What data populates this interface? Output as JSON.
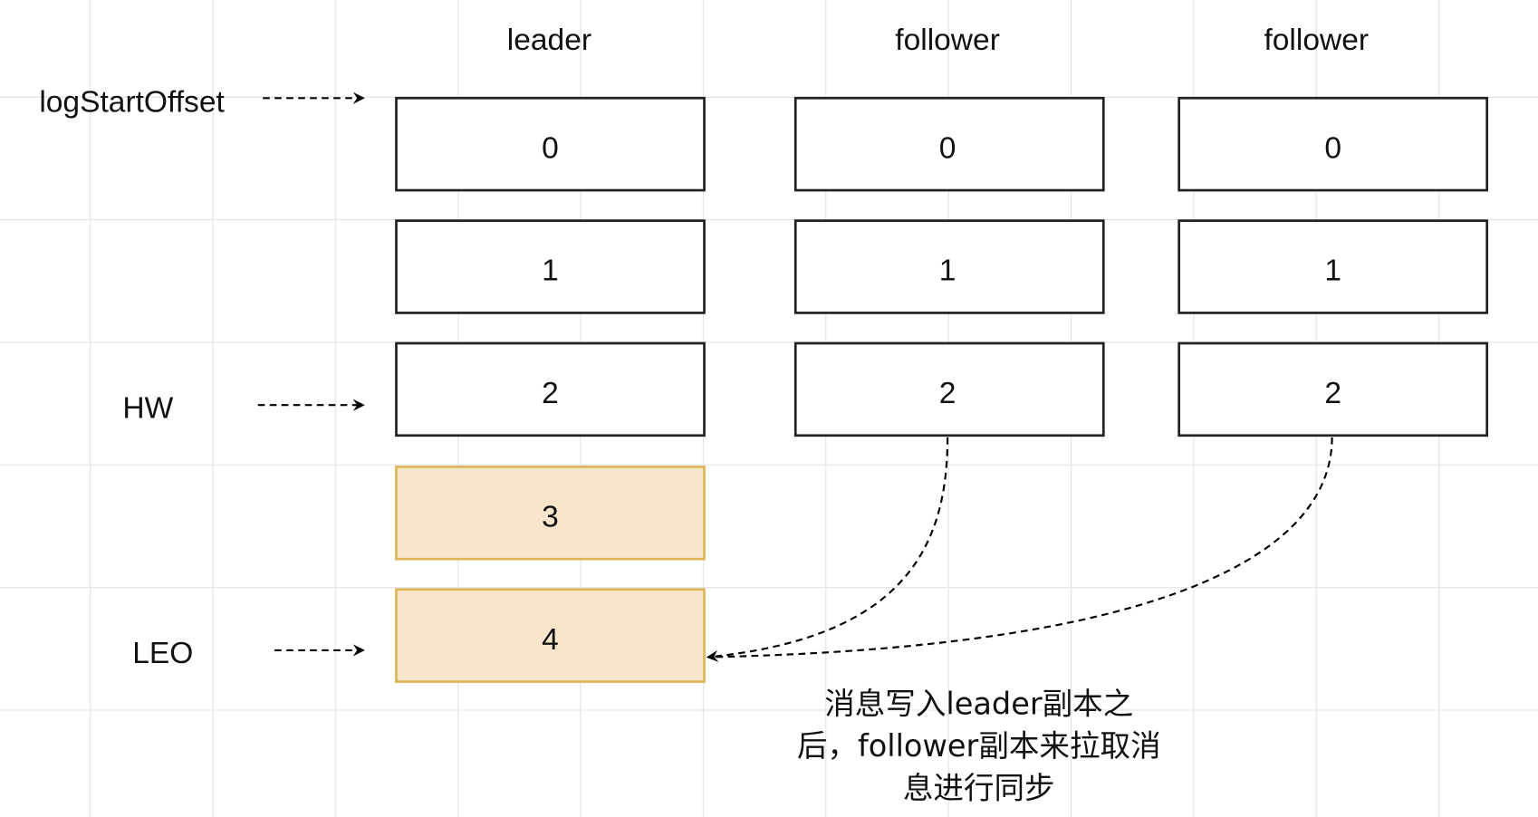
{
  "columns": [
    {
      "header": "leader",
      "cells": [
        "0",
        "1",
        "2",
        "3",
        "4"
      ],
      "new_cells": [
        3,
        4
      ]
    },
    {
      "header": "follower",
      "cells": [
        "0",
        "1",
        "2"
      ]
    },
    {
      "header": "follower",
      "cells": [
        "0",
        "1",
        "2"
      ]
    }
  ],
  "pointers": {
    "log_start_offset": "logStartOffset",
    "hw": "HW",
    "leo": "LEO"
  },
  "note": {
    "line1": "消息写入leader副本之",
    "line2": "后，follower副本来拉取消",
    "line3": "息进行同步"
  },
  "colors": {
    "box_stroke": "#222222",
    "new_box_fill": "#f9e5cb",
    "new_box_stroke": "#dcb659",
    "grid": "#e6e6e6"
  }
}
